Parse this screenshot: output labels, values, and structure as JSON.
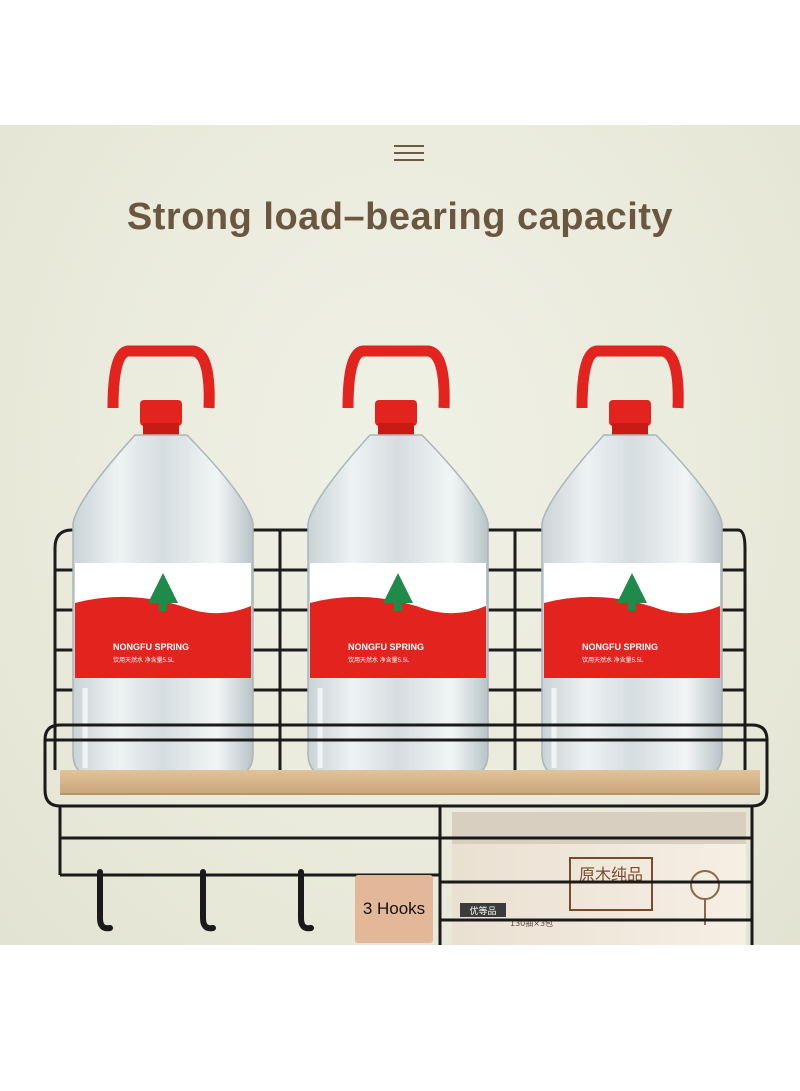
{
  "header": {
    "menu_icon": "hamburger-menu-icon",
    "title": "Strong load–bearing capacity"
  },
  "photo": {
    "bottles": [
      {
        "brand": "NONGFU SPRING",
        "subtitle": "饮用天然水 净含量5.5L"
      },
      {
        "brand": "NONGFU SPRING",
        "subtitle": "饮用天然水 净含量5.5L"
      },
      {
        "brand": "NONGFU SPRING",
        "subtitle": "饮用天然水 净含量5.5L"
      }
    ],
    "tissue_box": {
      "logo": "原木纯品",
      "tag": "优等品",
      "spec": "130抽×3包"
    },
    "badge_label": "3 Hooks"
  },
  "colors": {
    "title": "#6b5640",
    "cap_red": "#e3231e",
    "frame": "#1a1a1a",
    "shelf_wood": "#d9b88d",
    "badge_bg": "#e3b898"
  }
}
